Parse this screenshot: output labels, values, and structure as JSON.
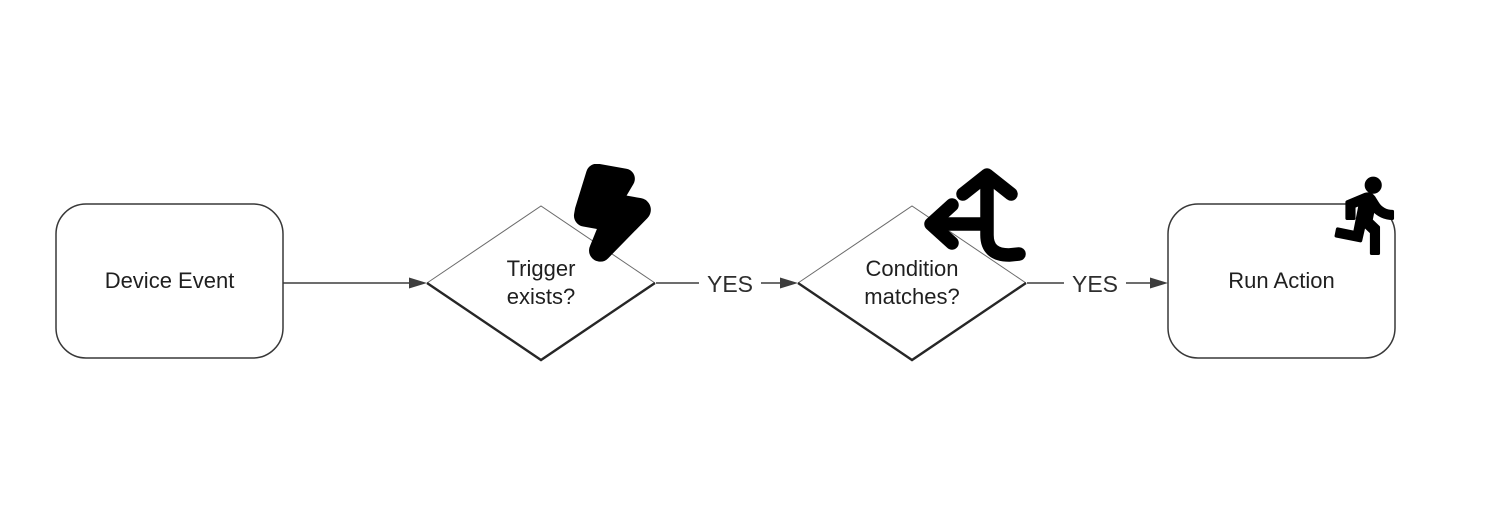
{
  "diagram": {
    "type": "flowchart",
    "nodes": [
      {
        "id": "device-event",
        "shape": "rounded-rectangle",
        "label": "Device Event",
        "icon": null
      },
      {
        "id": "trigger-exists",
        "shape": "decision-diamond",
        "label": "Trigger exists?",
        "icon": "lightning-bolt-icon"
      },
      {
        "id": "condition-matches",
        "shape": "decision-diamond",
        "label": "Condition matches?",
        "icon": "arrows-split-up-left-icon"
      },
      {
        "id": "run-action",
        "shape": "rounded-rectangle",
        "label": "Run Action",
        "icon": "person-running-icon"
      }
    ],
    "edges": [
      {
        "from": "device-event",
        "to": "trigger-exists",
        "label": ""
      },
      {
        "from": "trigger-exists",
        "to": "condition-matches",
        "label": "YES"
      },
      {
        "from": "condition-matches",
        "to": "run-action",
        "label": "YES"
      }
    ],
    "colors": {
      "background": "#ffffff",
      "node_border": "#383838",
      "connector": "#3d3d3d",
      "text": "#1f1f1f",
      "icon": "#000000"
    }
  }
}
